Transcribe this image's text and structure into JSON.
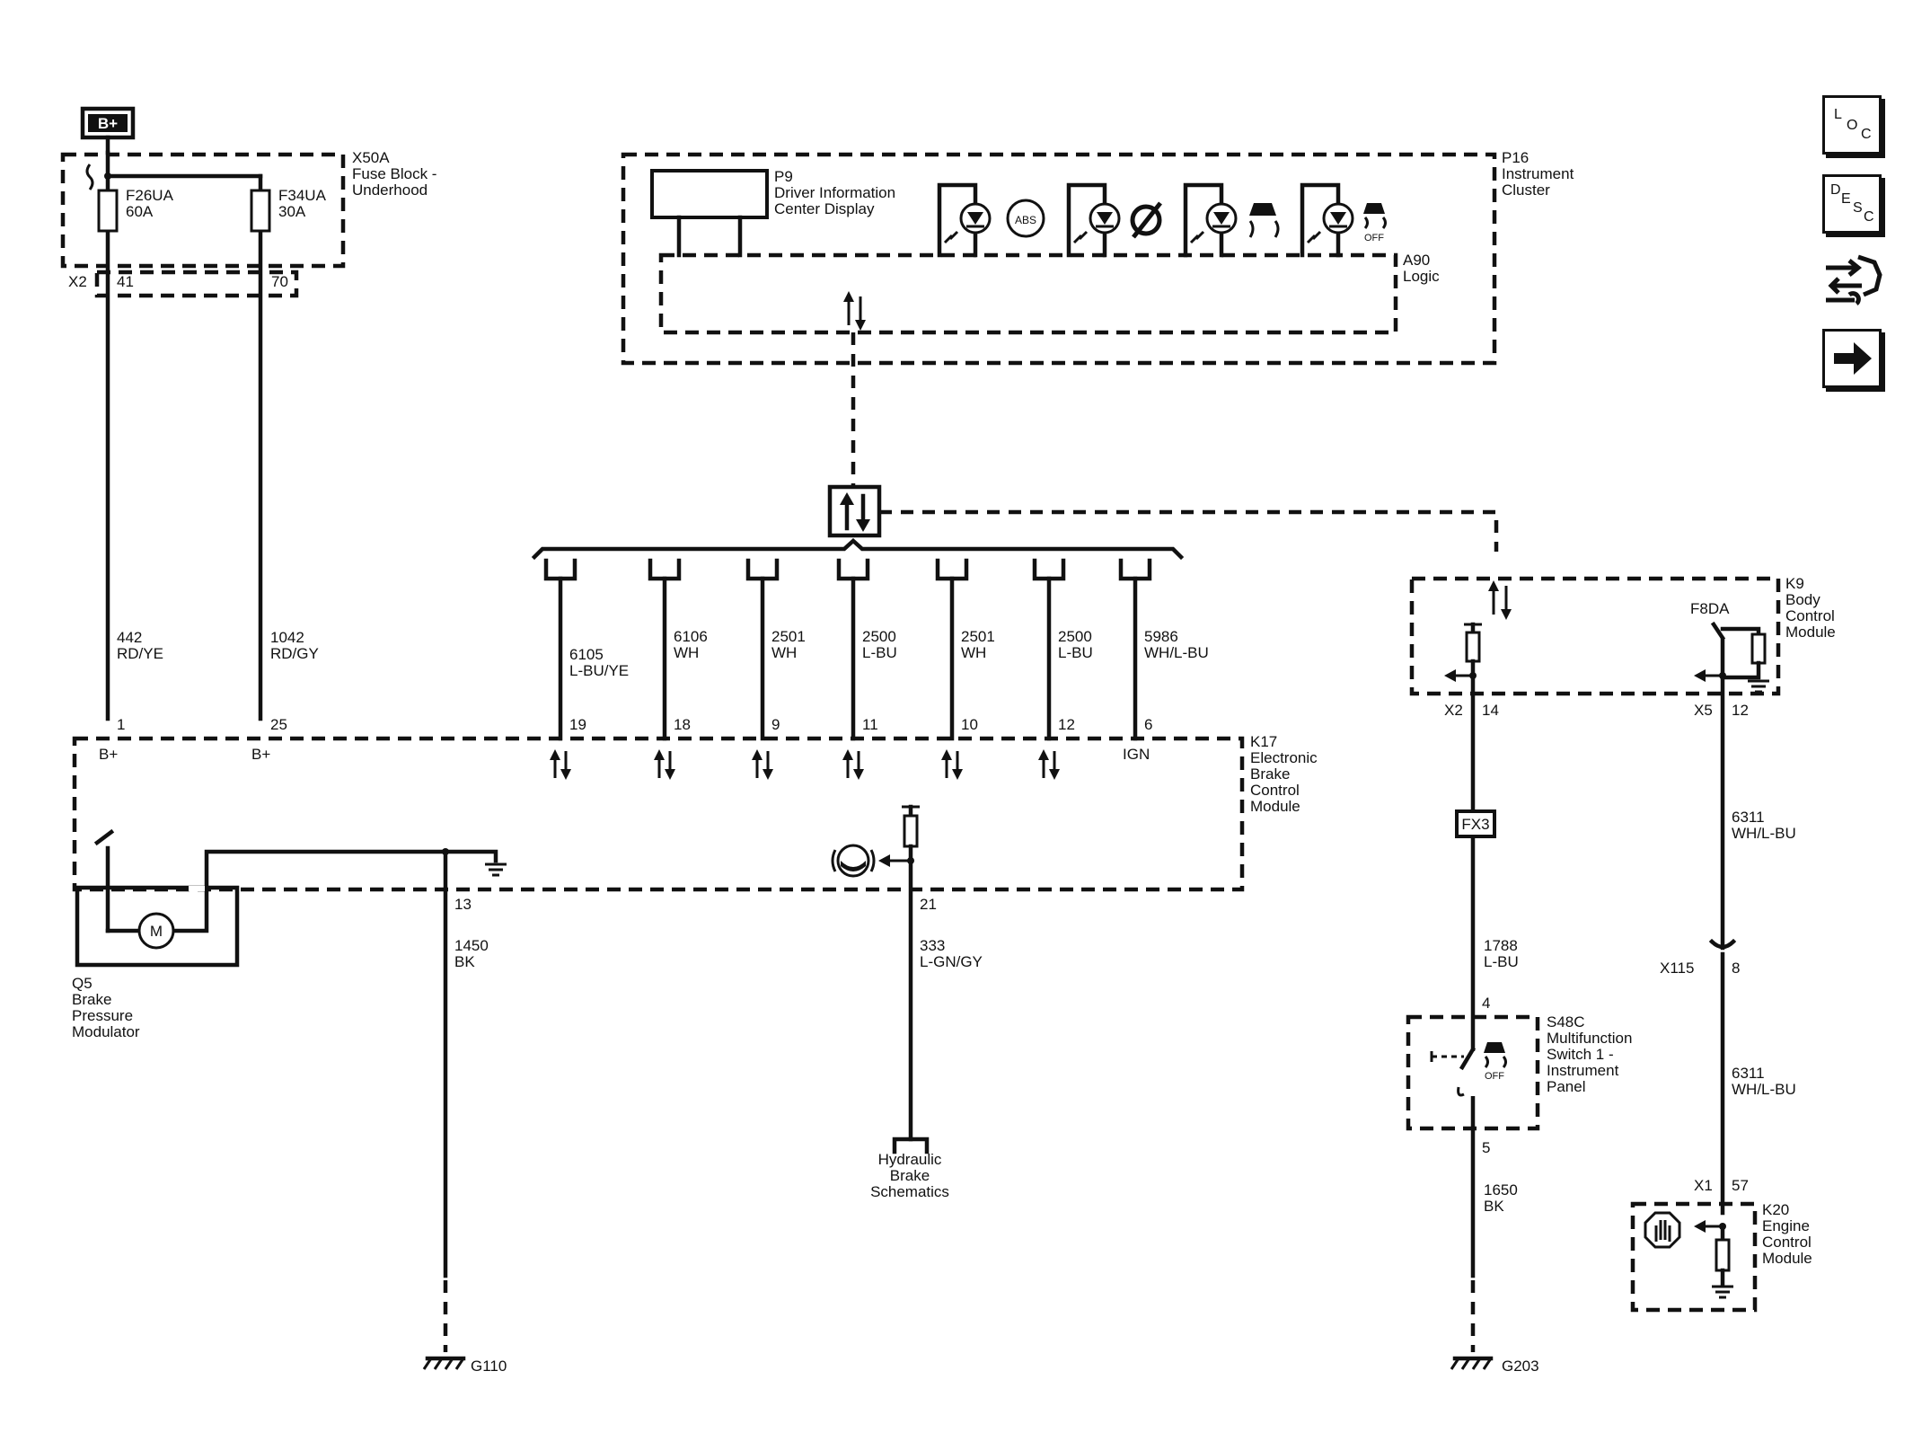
{
  "power": {
    "battery_label": "B+"
  },
  "fuse_block": {
    "name": "X50A",
    "desc1": "Fuse Block -",
    "desc2": "Underhood",
    "fuse1": "F26UA",
    "fuse1_rating": "60A",
    "fuse2": "F34UA",
    "fuse2_rating": "30A",
    "connector": "X2",
    "pin1": "41",
    "pin2": "70"
  },
  "cluster": {
    "name": "P16",
    "desc1": "Instrument",
    "desc2": "Cluster",
    "display_name": "P9",
    "display_desc1": "Driver Information",
    "display_desc2": "Center Display",
    "logic_name": "A90",
    "logic_desc": "Logic",
    "abs_text": "ABS",
    "off_text": "OFF"
  },
  "wires_top": [
    {
      "pin": "19",
      "circuit": "6105",
      "color": "L-BU/YE"
    },
    {
      "pin": "18",
      "circuit": "6106",
      "color": "WH"
    },
    {
      "pin": "9",
      "circuit": "2501",
      "color": "WH"
    },
    {
      "pin": "11",
      "circuit": "2500",
      "color": "L-BU"
    },
    {
      "pin": "10",
      "circuit": "2501",
      "color": "WH"
    },
    {
      "pin": "12",
      "circuit": "2500",
      "color": "L-BU"
    },
    {
      "pin": "6",
      "circuit": "5986",
      "color": "WH/L-BU",
      "pin_label": "IGN"
    }
  ],
  "power_wires": [
    {
      "pin": "1",
      "circuit": "442",
      "color": "RD/YE",
      "pin_label": "B+"
    },
    {
      "pin": "25",
      "circuit": "1042",
      "color": "RD/GY",
      "pin_label": "B+"
    }
  ],
  "ebcm": {
    "name": "K17",
    "desc1": "Electronic",
    "desc2": "Brake",
    "desc3": "Control",
    "desc4": "Module",
    "motor": "M"
  },
  "modulator": {
    "name": "Q5",
    "desc1": "Brake",
    "desc2": "Pressure",
    "desc3": "Modulator"
  },
  "ground_wire": {
    "pin": "13",
    "circuit": "1450",
    "color": "BK",
    "ground": "G110"
  },
  "hydraulic_wire": {
    "pin": "21",
    "circuit": "333",
    "color": "L-GN/GY",
    "dest1": "Hydraulic",
    "dest2": "Brake",
    "dest3": "Schematics"
  },
  "bcm": {
    "name": "K9",
    "desc1": "Body",
    "desc2": "Control",
    "desc3": "Module",
    "switch_label": "F8DA",
    "conn1": "X2",
    "pin1": "14",
    "conn2": "X5",
    "pin2": "12"
  },
  "fx3": "FX3",
  "switch_wire": {
    "circuit": "1788",
    "color": "L-BU"
  },
  "multifunction_switch": {
    "name": "S48C",
    "desc1": "Multifunction",
    "desc2": "Switch 1 -",
    "desc3": "Instrument",
    "desc4": "Panel",
    "pin_top": "4",
    "pin_bottom": "5",
    "off_text": "OFF"
  },
  "switch_ground": {
    "circuit": "1650",
    "color": "BK",
    "ground": "G203"
  },
  "ecm_wire": {
    "circuit": "6311",
    "color": "WH/L-BU",
    "inline": "X115",
    "inline_pin": "8"
  },
  "ecm": {
    "name": "K20",
    "desc1": "Engine",
    "desc2": "Control",
    "desc3": "Module",
    "conn": "X1",
    "pin": "57"
  },
  "sidebar": {
    "loc": [
      "L",
      "O",
      "C"
    ],
    "desc": [
      "D",
      "E",
      "S",
      "C"
    ]
  }
}
